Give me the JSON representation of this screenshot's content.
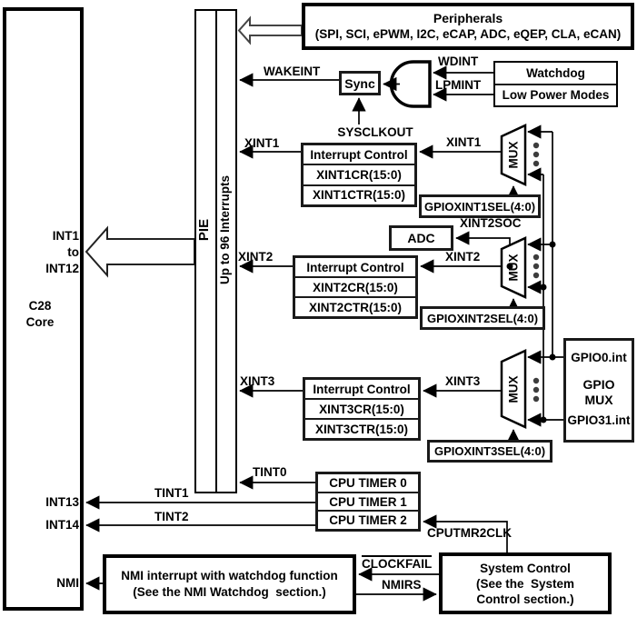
{
  "core": {
    "int_range": [
      "INT1",
      "to",
      "INT12"
    ],
    "name_line1": "C28",
    "name_line2": "Core",
    "int13": "INT13",
    "int14": "INT14",
    "nmi": "NMI"
  },
  "pie": {
    "label": "PIE",
    "sublabel": "Up to 96 Interrupts"
  },
  "peripherals": {
    "title": "Peripherals",
    "list": "(SPI, SCI, ePWM, I2C, eCAP, ADC, eQEP, CLA, eCAN)"
  },
  "sync": {
    "label": "Sync"
  },
  "watchdog_block": {
    "row1": "Watchdog",
    "row2": "Low Power Modes"
  },
  "adc": {
    "label": "ADC"
  },
  "mux_label": "MUX",
  "interrupt_controls": [
    {
      "title": "Interrupt Control",
      "cr": "XINT1CR(15:0)",
      "ctr": "XINT1CTR(15:0)"
    },
    {
      "title": "Interrupt Control",
      "cr": "XINT2CR(15:0)",
      "ctr": "XINT2CTR(15:0)"
    },
    {
      "title": "Interrupt Control",
      "cr": "XINT3CR(15:0)",
      "ctr": "XINT3CTR(15:0)"
    }
  ],
  "sel_boxes": [
    "GPIOXINT1SEL(4:0)",
    "GPIOXINT2SEL(4:0)",
    "GPIOXINT3SEL(4:0)"
  ],
  "gpio_mux": {
    "top": "GPIO0.int",
    "mid1": "GPIO",
    "mid2": "MUX",
    "bottom": "GPIO31.int"
  },
  "cpu_timers": [
    "CPU TIMER 0",
    "CPU TIMER 1",
    "CPU TIMER 2"
  ],
  "nmi_box": {
    "line1": "NMI interrupt with watchdog function",
    "line2": "(See the NMI Watchdog  section.)"
  },
  "system_control": {
    "line1": "System Control",
    "line2": "(See the  System",
    "line3": "Control section.)"
  },
  "signals": {
    "wakeint": "WAKEINT",
    "wdint": "WDINT",
    "lpmint": "LPMINT",
    "sysclkout": "SYSCLKOUT",
    "xint1_left": "XINT1",
    "xint1_right": "XINT1",
    "xint2soc": "XINT2SOC",
    "xint2_left": "XINT2",
    "xint2_right": "XINT2",
    "xint3_left": "XINT3",
    "xint3_right": "XINT3",
    "tint0": "TINT0",
    "tint1": "TINT1",
    "tint2": "TINT2",
    "cputmr2clk": "CPUTMR2CLK",
    "clockfail": "CLOCKFAIL",
    "nmirs": "NMIRS"
  },
  "colors": {
    "line": "#000000",
    "hollow_arrow_stroke": "#444444",
    "junction_dot": "#000000",
    "ellipsis_dot": "#3d3d3d",
    "background": "#ffffff"
  }
}
